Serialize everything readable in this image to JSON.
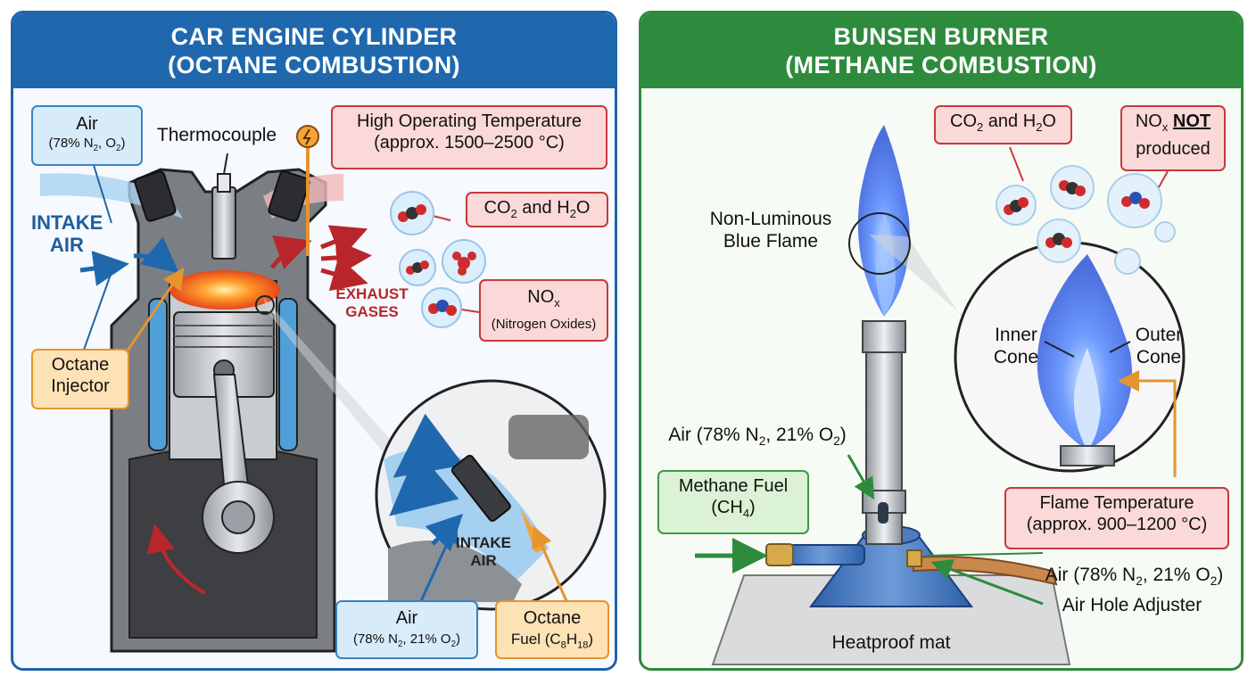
{
  "left_panel": {
    "title_line1": "CAR ENGINE CYLINDER",
    "title_line2": "(OCTANE COMBUSTION)",
    "air_top": {
      "line1": "Air",
      "line2_a": "(78% N",
      "line2_sub1": "2",
      "line2_b": ", O",
      "line2_sub2": "2",
      "line2_c": ")"
    },
    "thermocouple": "Thermocouple",
    "high_temp": {
      "line1": "High Operating Temperature",
      "line2": "(approx. 1500–2500 °C)"
    },
    "intake_air": {
      "line1": "INTAKE",
      "line2": "AIR"
    },
    "co2_h2o": {
      "a": "CO",
      "s1": "2",
      "b": " and H",
      "s2": "2",
      "c": "O"
    },
    "exhaust": {
      "line1": "EXHAUST",
      "line2": "GASES"
    },
    "nox": {
      "a": "NO",
      "s": "x",
      "line2": "(Nitrogen Oxides)"
    },
    "octane_injector": {
      "line1": "Octane",
      "line2": "Injector"
    },
    "inset_intake": {
      "line1": "INTAKE",
      "line2": "AIR"
    },
    "air_bottom": {
      "line1": "Air",
      "a": "(78% N",
      "s1": "2",
      "b": ", 21% O",
      "s2": "2",
      "c": ")"
    },
    "octane_fuel": {
      "line1": "Octane",
      "a": "Fuel (C",
      "s1": "8",
      "b": "H",
      "s2": "18",
      "c": ")"
    }
  },
  "right_panel": {
    "title_line1": "BUNSEN BURNER",
    "title_line2": "(METHANE COMBUSTION)",
    "co2_h2o": {
      "a": "CO",
      "s1": "2",
      "b": " and H",
      "s2": "2",
      "c": "O"
    },
    "nox_not": {
      "a": "NO",
      "s": "x",
      "not": "NOT",
      "line2": "produced"
    },
    "non_luminous": {
      "line1": "Non-Luminous",
      "line2": "Blue Flame"
    },
    "inner_cone": {
      "line1": "Inner",
      "line2": "Cone"
    },
    "outer_cone": {
      "line1": "Outer",
      "line2": "Cone"
    },
    "air_mid": {
      "a": "Air (78% N",
      "s1": "2",
      "b": ", 21% O",
      "s2": "2",
      "c": ")"
    },
    "methane_fuel": {
      "line1": "Methane Fuel",
      "a": "(CH",
      "s": "4",
      "b": ")"
    },
    "flame_temp": {
      "line1": "Flame Temperature",
      "line2": "(approx. 900–1200 °C)"
    },
    "air_right": {
      "a": "Air (78% N",
      "s1": "2",
      "b": ", 21% O",
      "s2": "2",
      "c": ")"
    },
    "air_hole_adjuster": "Air Hole Adjuster",
    "heatproof_mat": "Heatproof mat"
  },
  "colors": {
    "left_accent": "#1f68ae",
    "right_accent": "#2e8b3d",
    "flame_blue": "#3a6fe0",
    "exhaust_red": "#b8262b",
    "fuel_orange": "#e5942f"
  }
}
